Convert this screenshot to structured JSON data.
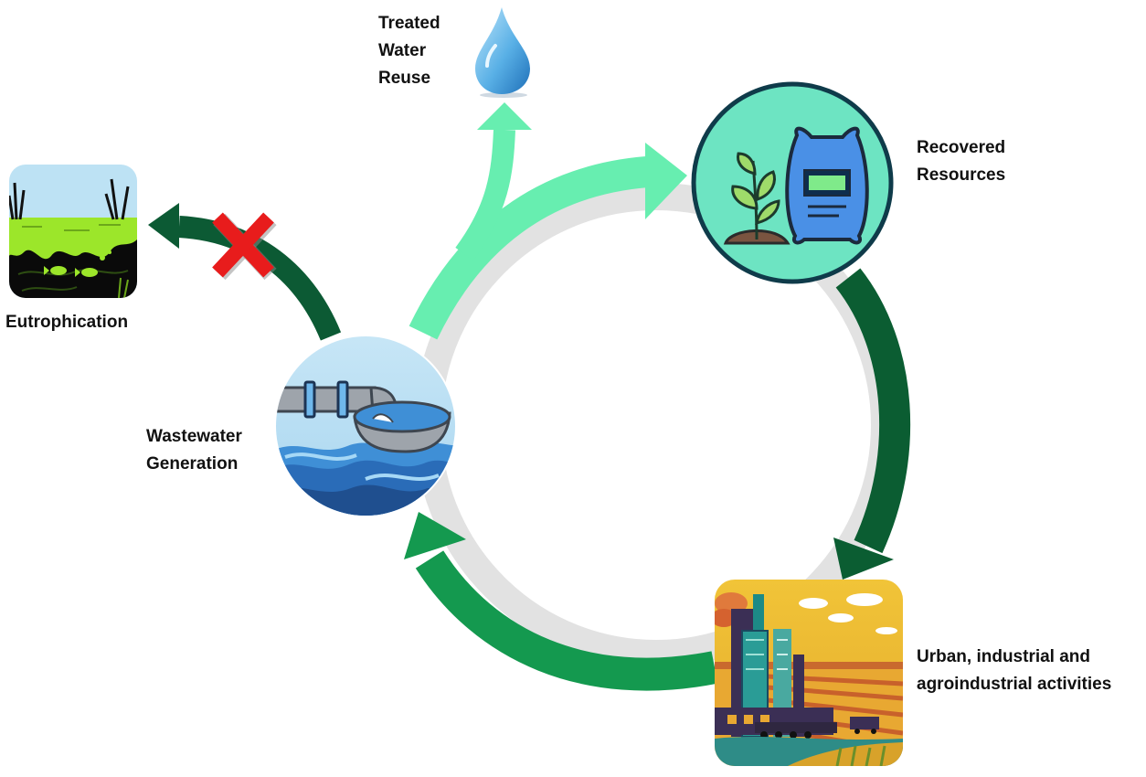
{
  "labels": {
    "treated_water_reuse": [
      "Treated",
      "Water",
      "Reuse"
    ],
    "recovered_resources": [
      "Recovered",
      "Resources"
    ],
    "eutrophication": [
      "Eutrophication"
    ],
    "wastewater_generation": [
      "Wastewater",
      "Generation"
    ],
    "activities": [
      "Urban, industrial and",
      "agroindustrial activities"
    ]
  },
  "colors": {
    "ring": "#e2e2e2",
    "light_green_arrow": "#67eeb0",
    "dark_green_arrow": "#0b5d32",
    "medium_green_arrow": "#14994f",
    "eutrophication_arrow": "#0c5a34",
    "blocked_cross": "#e81c1c",
    "water_drop": "#4aa2dc"
  },
  "icons": {
    "water_drop": "water-drop-icon",
    "resources": "plant-and-fertilizer-bag-icon",
    "wastewater": "pipe-discharge-icon",
    "eutrophication": "eutrophic-pond-icon",
    "activities": "city-industry-farm-icon",
    "blocked": "red-cross-icon"
  }
}
